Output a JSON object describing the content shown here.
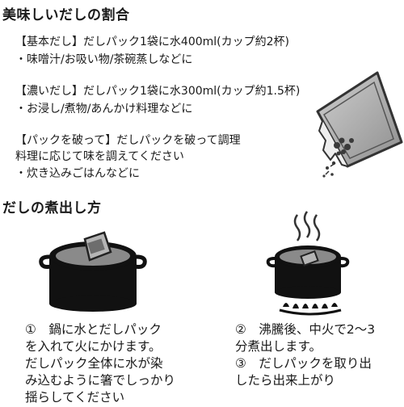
{
  "ratio_section": {
    "title": "美味しいだしの割合",
    "basic": {
      "heading": "【基本だし】だしパック1袋に水400ml(カップ約2杯)",
      "use": "・味噌汁/お吸い物/茶碗蒸しなどに"
    },
    "strong": {
      "heading": "【濃いだし】だしパック1袋に水300ml(カップ約1.5杯)",
      "use": "・お浸し/煮物/あんかけ料理などに"
    },
    "torn": {
      "heading": "【パックを破って】だしパックを破って調理",
      "line2": "料理に応じて味を調えてください",
      "use": "・炊き込みごはんなどに"
    }
  },
  "method_section": {
    "title": "だしの煮出し方",
    "step1": [
      "①　鍋に水とだしパック",
      "を入れて火にかけます。",
      "だしパック全体に水が染",
      "み込むように箸でしっかり",
      "揺らしてください"
    ],
    "step2": [
      "②　沸騰後、中火で2〜3",
      "分煮出します。",
      "③　だしパックを取り出",
      "したら出来上がり"
    ]
  },
  "icons": [
    "torn-dashi-pack-icon",
    "pot-with-dashi-pack-icon",
    "boiling-pot-icon"
  ]
}
